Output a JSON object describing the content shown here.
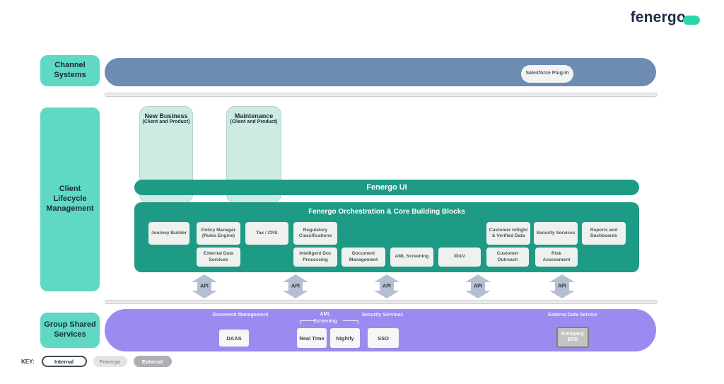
{
  "logo": {
    "text": "fenergo"
  },
  "channel": {
    "label": "Channel Systems",
    "plugin": "Salesforce Plug-In"
  },
  "clm": {
    "label": "Client Lifecycle Management",
    "columns": [
      {
        "title": "New Business",
        "subtitle": "(Client and Product)"
      },
      {
        "title": "Maintenance",
        "subtitle": "(Client and Product)"
      }
    ],
    "ui_bar": "Fenergo UI",
    "orchestration": {
      "title": "Fenergo Orchestration & Core Building Blocks",
      "row1": [
        "Journey Builder",
        "Policy Manager (Rules Engine)",
        "Tax / CRS",
        "Regulatory Classifications",
        "Customer Inflight & Verified Data",
        "Security Services",
        "Reports and Dashboards"
      ],
      "row2": [
        "External Data Services",
        "Intelligent Doc Processing",
        "Document Management",
        "AML Screening",
        "ID&V",
        "Customer Outreach",
        "Risk Assessment"
      ]
    },
    "api_label": "API"
  },
  "gss": {
    "label": "Group Shared Services",
    "groups": [
      {
        "title": "Document Management",
        "items": [
          "DAAS"
        ]
      },
      {
        "title_line1": "AML",
        "title_line2": "Screening",
        "items": [
          "Real Time",
          "Nightly"
        ]
      },
      {
        "title": "Security Services",
        "items": [
          "SSO"
        ]
      },
      {
        "title": "Externa Data Service",
        "items": [
          "Kompany BVD"
        ]
      }
    ]
  },
  "key": {
    "label": "KEY:",
    "items": [
      {
        "label": "Internal",
        "type": "internal"
      },
      {
        "label": "Fenergo",
        "type": "fenergo"
      },
      {
        "label": "External",
        "type": "external"
      }
    ]
  },
  "colors": {
    "teal_label": "#5fd9c1",
    "teal_green": "#1d9b84",
    "light_teal": "#cdebe2",
    "blue_bar": "#6e8cb1",
    "purple_bar": "#9a8bf0",
    "arrow_gray": "#b5bed2",
    "logo_navy": "#1d2b4a",
    "logo_pill": "#2ed5ab"
  }
}
